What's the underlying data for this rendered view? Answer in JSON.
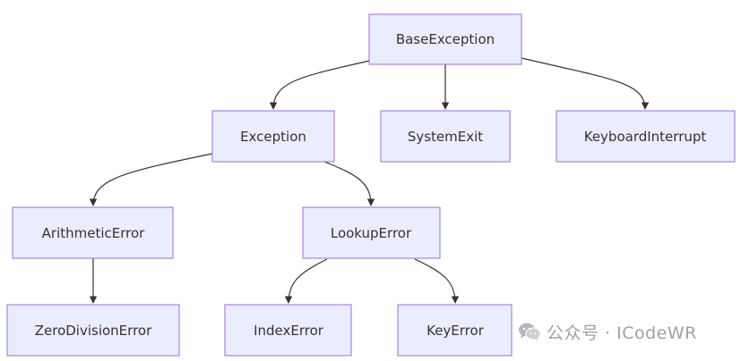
{
  "diagram": {
    "nodes": {
      "base_exception": "BaseException",
      "exception": "Exception",
      "system_exit": "SystemExit",
      "keyboard_interrupt": "KeyboardInterrupt",
      "arithmetic_error": "ArithmeticError",
      "lookup_error": "LookupError",
      "zero_division_error": "ZeroDivisionError",
      "index_error": "IndexError",
      "key_error": "KeyError"
    },
    "edges": [
      [
        "BaseException",
        "Exception"
      ],
      [
        "BaseException",
        "SystemExit"
      ],
      [
        "BaseException",
        "KeyboardInterrupt"
      ],
      [
        "Exception",
        "ArithmeticError"
      ],
      [
        "Exception",
        "LookupError"
      ],
      [
        "ArithmeticError",
        "ZeroDivisionError"
      ],
      [
        "LookupError",
        "IndexError"
      ],
      [
        "LookupError",
        "KeyError"
      ]
    ],
    "colors": {
      "node_fill": "#ececff",
      "node_stroke": "#9370db",
      "edge": "#333333",
      "text": "#333333"
    }
  },
  "watermark": {
    "icon": "wechat-icon",
    "text": "公众号 · ICodeWR"
  }
}
